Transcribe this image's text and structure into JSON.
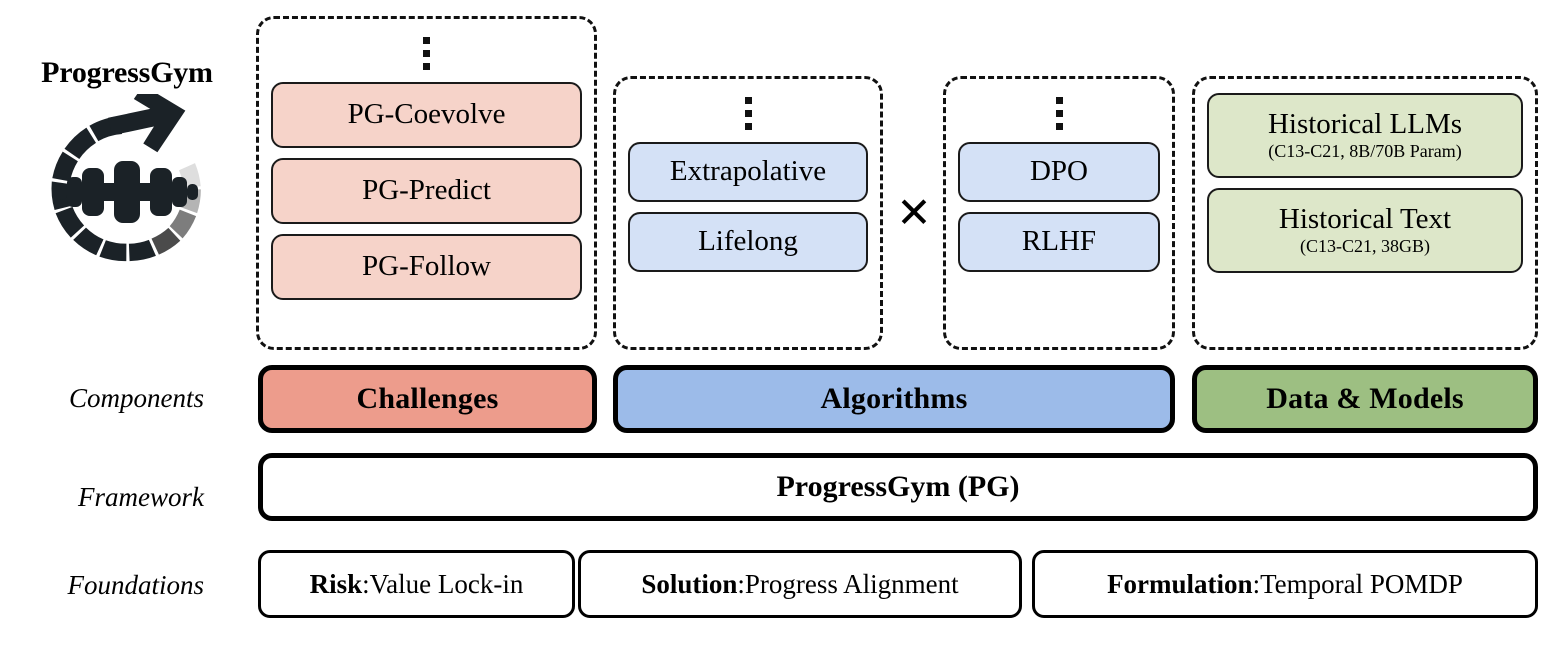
{
  "brand": {
    "title": "ProgressGym",
    "logo_icon": "progress-circle-dumbbell-logo"
  },
  "row_labels": {
    "components": "Components",
    "framework": "Framework",
    "foundations": "Foundations"
  },
  "groups": {
    "challenges": {
      "ellipsis": "vertical-ellipsis",
      "items": [
        {
          "title": "PG-Coevolve"
        },
        {
          "title": "PG-Predict"
        },
        {
          "title": "PG-Follow"
        }
      ]
    },
    "algorithms_left": {
      "ellipsis": "vertical-ellipsis",
      "items": [
        {
          "title": "Extrapolative"
        },
        {
          "title": "Lifelong"
        }
      ]
    },
    "algorithms_right": {
      "ellipsis": "vertical-ellipsis",
      "items": [
        {
          "title": "DPO"
        },
        {
          "title": "RLHF"
        }
      ]
    },
    "data_models": {
      "items": [
        {
          "title": "Historical LLMs",
          "subtitle": "(C13-C21, 8B/70B Param)"
        },
        {
          "title": "Historical Text",
          "subtitle": "(C13-C21, 38GB)"
        }
      ]
    },
    "operator": "✕"
  },
  "component_bars": [
    {
      "label": "Challenges",
      "color": "#ed9c8c"
    },
    {
      "label": "Algorithms",
      "color": "#9cbbe9"
    },
    {
      "label": "Data & Models",
      "color": "#9dbf82"
    }
  ],
  "framework": {
    "label": "ProgressGym (PG)"
  },
  "foundations": [
    {
      "key": "Risk",
      "sep": ": ",
      "value": "Value Lock-in"
    },
    {
      "key": "Solution",
      "sep": ": ",
      "value": "Progress Alignment"
    },
    {
      "key": "Formulation",
      "sep": ": ",
      "value": "Temporal POMDP"
    }
  ],
  "colors": {
    "chip_pink": "#f6d3c9",
    "chip_blue": "#d4e1f6",
    "chip_green": "#dde7c9",
    "bar_red": "#ed9c8c",
    "bar_blue": "#9cbbe9",
    "bar_green": "#9dbf82",
    "outline": "#000000"
  }
}
